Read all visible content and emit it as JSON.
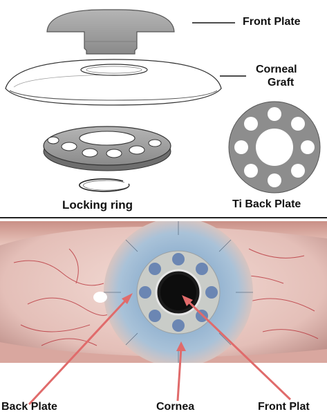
{
  "labels": {
    "front_plate": "Front Plate",
    "corneal_graft_line1": "Corneal",
    "corneal_graft_line2": "Graft",
    "locking_ring": "Locking ring",
    "ti_back_plate": "Ti Back Plate",
    "back_plate": "Back Plate",
    "cornea": "Cornea",
    "front_plate_bottom": "Front Plat"
  },
  "colors": {
    "component_gray": "#9a9a9a",
    "component_dark": "#6e6e6e",
    "arrow": "#e06b6b",
    "sclera": "#e8c9c4",
    "vessel": "#b8323a",
    "iris_blue": "#8eb0cf",
    "implant_ring": "#c9ccc8"
  }
}
